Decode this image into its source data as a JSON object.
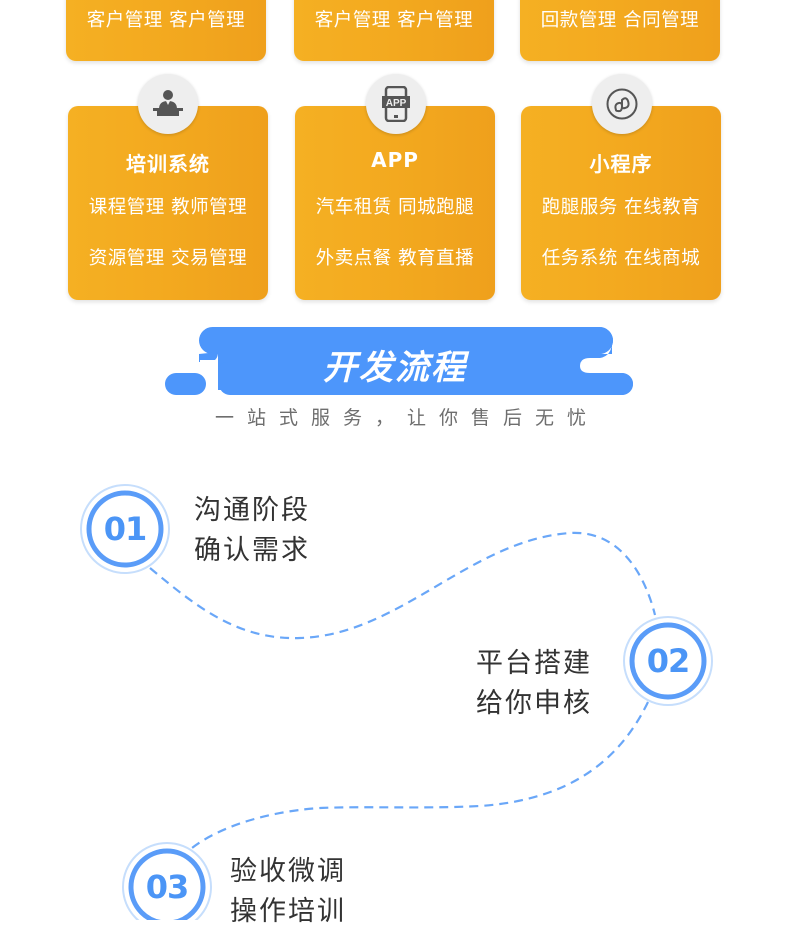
{
  "top_cards": [
    {
      "row": "客户管理 客户管理"
    },
    {
      "row": "客户管理 客户管理"
    },
    {
      "row": "回款管理 合同管理"
    }
  ],
  "cards": [
    {
      "icon": "lecturer-podium-icon",
      "title": "培训系统",
      "row1": "课程管理 教师管理",
      "row2": "资源管理 交易管理"
    },
    {
      "icon": "app-phone-icon",
      "title": "APP",
      "row1": "汽车租赁 同城跑腿",
      "row2": "外卖点餐 教育直播",
      "icon_label": "APP"
    },
    {
      "icon": "mini-program-icon",
      "title": "小程序",
      "row1": "跑腿服务 在线教育",
      "row2": "任务系统 在线商城"
    }
  ],
  "section": {
    "title": "开发流程",
    "subtitle": "一站式服务，让你售后无忧"
  },
  "steps": [
    {
      "number": "01",
      "line1": "沟通阶段",
      "line2": "确认需求"
    },
    {
      "number": "02",
      "line1": "平台搭建",
      "line2": "给你申核"
    },
    {
      "number": "03",
      "line1": "验收微调",
      "line2": "操作培训"
    }
  ],
  "colors": {
    "card_orange": "#f3a91f",
    "banner_blue": "#4d96fb",
    "step_blue": "#5a9cf8",
    "step_ring_light": "#bcd9fc",
    "dash_blue": "#6aa7f8",
    "text_dark": "#333333",
    "text_gray": "#6e6e6e"
  }
}
